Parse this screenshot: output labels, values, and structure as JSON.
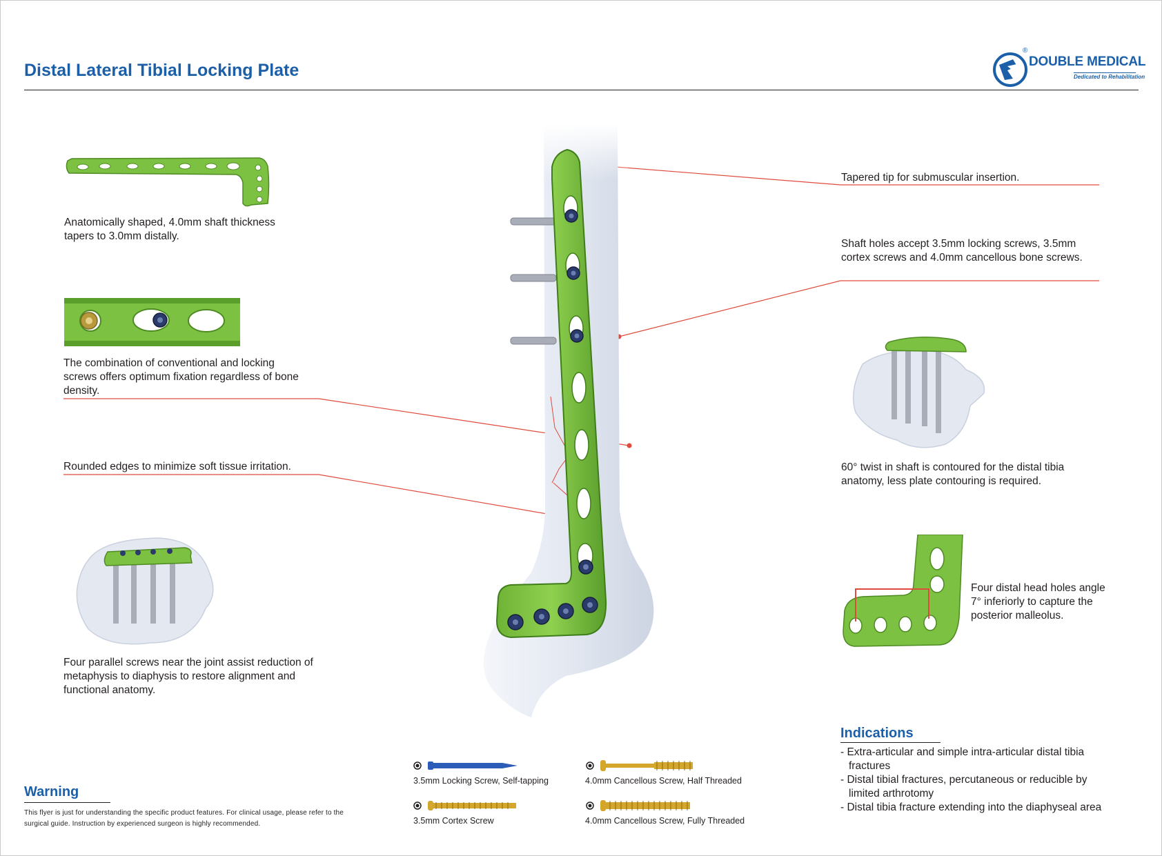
{
  "header": {
    "title": "Distal Lateral Tibial Locking Plate",
    "brand_name": "DOUBLE MEDICAL",
    "brand_registered": "®",
    "brand_tagline": "Dedicated to Rehabilitation"
  },
  "features": {
    "shape": "Anatomically shaped, 4.0mm shaft thickness tapers to 3.0mm distally.",
    "combination": "The combination of conventional and locking screws offers optimum fixation regardless of bone density.",
    "rounded": "Rounded edges to minimize soft tissue irritation.",
    "parallel": "Four parallel screws near the joint assist reduction of metaphysis to diaphysis to restore alignment and functional anatomy.",
    "tapered": "Tapered tip for submuscular insertion.",
    "shaft_holes": "Shaft holes accept 3.5mm locking screws, 3.5mm cortex screws and 4.0mm cancellous bone screws.",
    "twist": "60° twist in shaft is contoured for the distal tibia anatomy, less plate contouring is required.",
    "distal_holes": "Four distal head holes angle 7° inferiorly to capture the posterior malleolus."
  },
  "screws": [
    {
      "label": "3.5mm Locking Screw, Self-tapping",
      "color": "#2b5cb8"
    },
    {
      "label": "3.5mm Cortex Screw",
      "color": "#d4a72c"
    },
    {
      "label": "4.0mm Cancellous Screw, Half Threaded",
      "color": "#d4a72c"
    },
    {
      "label": "4.0mm Cancellous Screw, Fully Threaded",
      "color": "#d4a72c"
    }
  ],
  "indications": {
    "title": "Indications",
    "items": [
      "Extra-articular and simple intra-articular distal tibia fractures",
      "Distal tibial fractures, percutaneous or reducible by limited arthrotomy",
      "Distal tibia fracture extending into the diaphyseal area"
    ]
  },
  "warning": {
    "title": "Warning",
    "text": "This flyer is just for understanding the specific product features. For clinical usage, please refer to the surgical guide. Instruction by experienced surgeon is highly recommended."
  },
  "colors": {
    "brand_blue": "#1b5fa8",
    "plate_green": "#7cc142",
    "leader_red": "#e04a3c",
    "bone": "#e3e8f1"
  }
}
